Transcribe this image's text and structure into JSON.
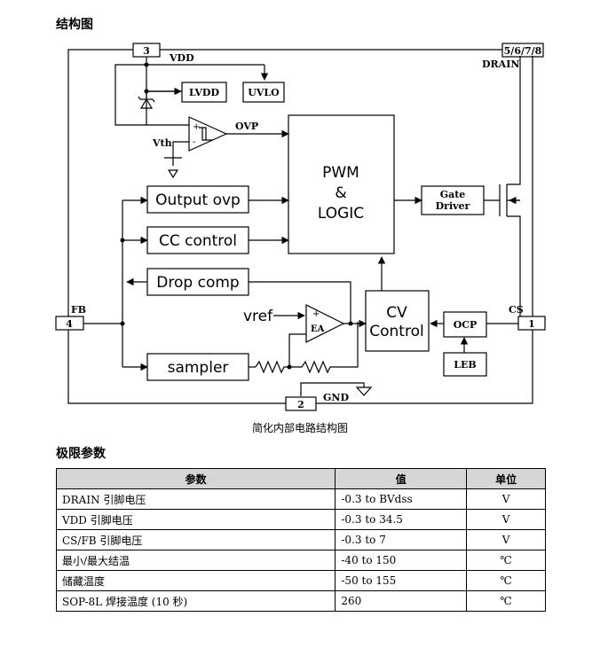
{
  "section1_title": "结构图",
  "section2_title": "极限参数",
  "diagram": {
    "caption": "简化内部电路结构图",
    "pins": {
      "vdd_num": "3",
      "vdd_label": "VDD",
      "drain_num": "5/6/7/8",
      "drain_label": "DRAIN",
      "fb_num": "4",
      "fb_label": "FB",
      "cs_num": "1",
      "cs_label": "CS",
      "gnd_num": "2",
      "gnd_label": "GND"
    },
    "blocks": {
      "lvdd": "LVDD",
      "uvlo": "UVLO",
      "ovp": "OVP",
      "vth": "Vth",
      "pwm_line1": "PWM",
      "pwm_line2": "&",
      "pwm_line3": "LOGIC",
      "gate_line1": "Gate",
      "gate_line2": "Driver",
      "output_ovp": "Output ovp",
      "cc_control": "CC control",
      "drop_comp": "Drop comp",
      "sampler": "sampler",
      "vref": "vref",
      "ea": "EA",
      "cv_line1": "CV",
      "cv_line2": "Control",
      "ocp": "OCP",
      "leb": "LEB",
      "plus": "+",
      "minus": "-"
    }
  },
  "table": {
    "headers": [
      "参数",
      "值",
      "单位"
    ],
    "rows": [
      [
        "DRAIN 引脚电压",
        "-0.3 to BVdss",
        "V"
      ],
      [
        "VDD 引脚电压",
        "-0.3 to 34.5",
        "V"
      ],
      [
        "CS/FB 引脚电压",
        "-0.3 to 7",
        "V"
      ],
      [
        "最小/最大结温",
        "-40 to 150",
        "℃"
      ],
      [
        "储藏温度",
        "-50 to 155",
        "℃"
      ],
      [
        "SOP-8L 焊接温度 (10 秒)",
        "260",
        "℃"
      ]
    ]
  }
}
